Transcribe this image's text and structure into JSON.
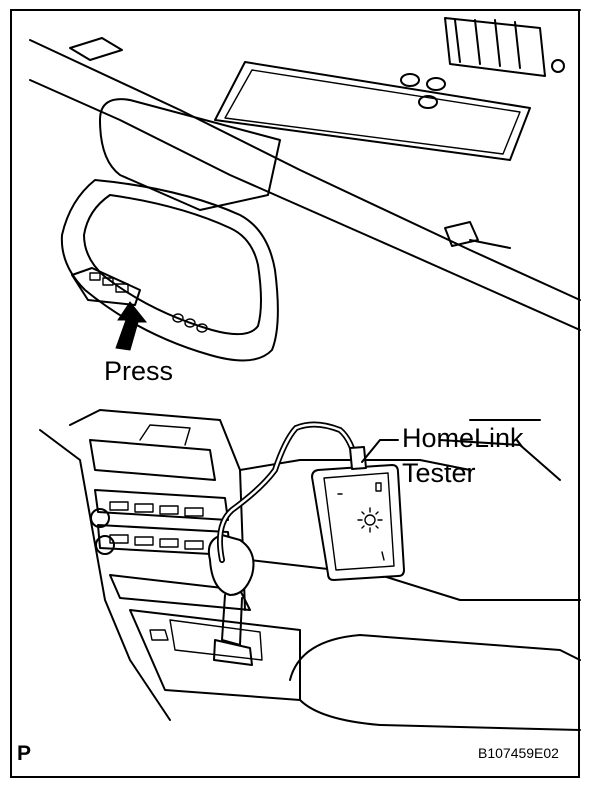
{
  "labels": {
    "press": "Press",
    "tester_line1": "HomeLink",
    "tester_line2": "Tester",
    "page_marker": "P",
    "figure_ref": "B107459E02"
  },
  "colors": {
    "line": "#000000",
    "background": "#ffffff"
  }
}
